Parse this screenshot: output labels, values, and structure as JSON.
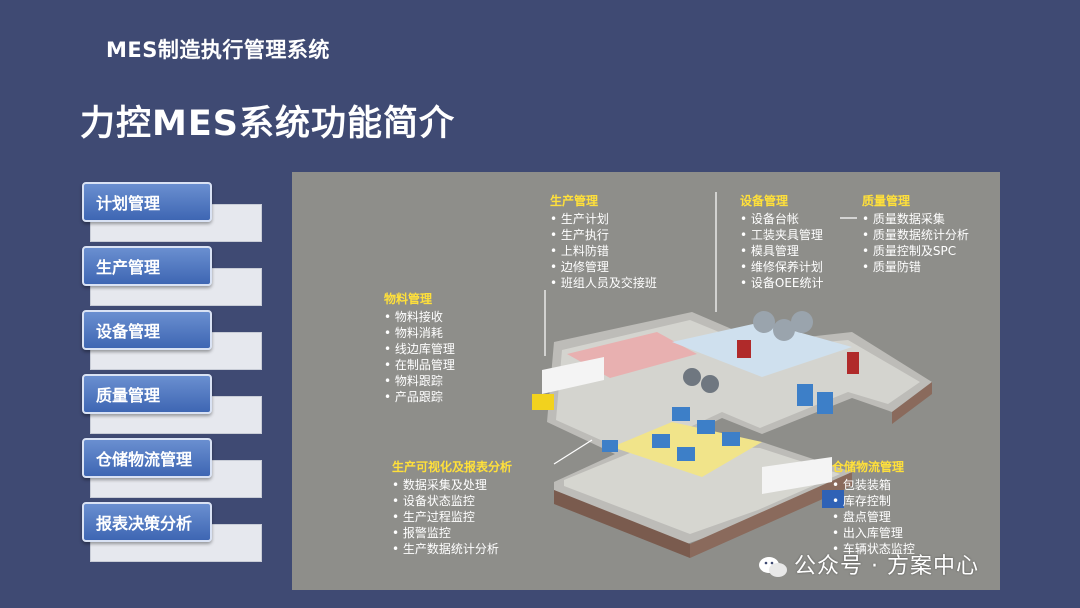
{
  "header": "MES制造执行管理系统",
  "title": "力控MES系统功能简介",
  "menu": [
    "计划管理",
    "生产管理",
    "设备管理",
    "质量管理",
    "仓储物流管理",
    "报表决策分析"
  ],
  "groups": {
    "production": {
      "title": "生产管理",
      "items": [
        "生产计划",
        "生产执行",
        "上料防错",
        "边修管理",
        "班组人员及交接班"
      ]
    },
    "equipment": {
      "title": "设备管理",
      "items": [
        "设备台帐",
        "工装夹具管理",
        "模具管理",
        "维修保养计划",
        "设备OEE统计"
      ]
    },
    "quality": {
      "title": "质量管理",
      "items": [
        "质量数据采集",
        "质量数据统计分析",
        "质量控制及SPC",
        "质量防错"
      ]
    },
    "material": {
      "title": "物料管理",
      "items": [
        "物料接收",
        "物料消耗",
        "线边库管理",
        "在制品管理",
        "物料跟踪",
        "产品跟踪"
      ]
    },
    "report": {
      "title": "生产可视化及报表分析",
      "items": [
        "数据采集及处理",
        "设备状态监控",
        "生产过程监控",
        "报警监控",
        "生产数据统计分析"
      ]
    },
    "warehouse": {
      "title": "仓储物流管理",
      "items": [
        "包装装箱",
        "库存控制",
        "盘点管理",
        "出入库管理",
        "车辆状态监控"
      ]
    }
  },
  "watermark": "公众号 · 方案中心"
}
